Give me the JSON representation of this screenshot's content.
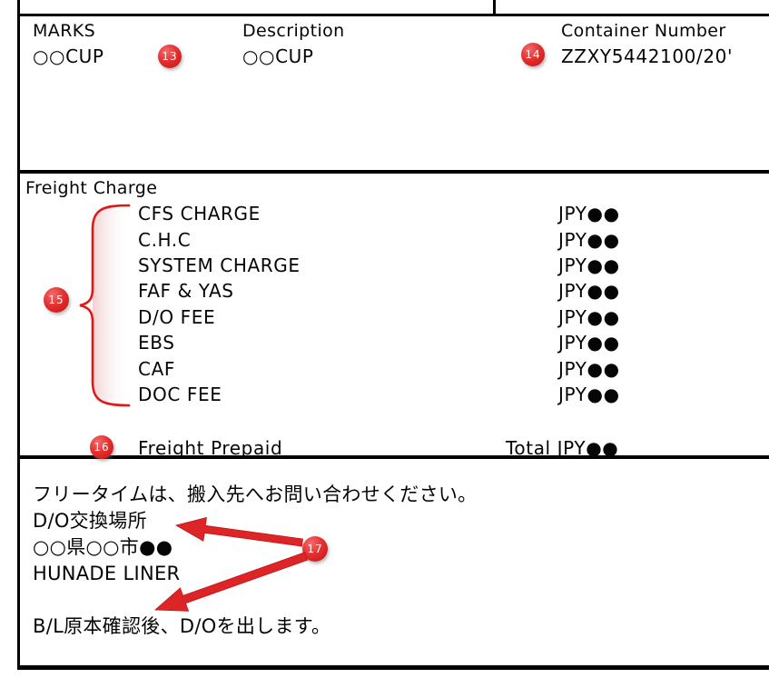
{
  "marks_section": {
    "headers": {
      "marks": "MARKS",
      "description": "Description",
      "container_number": "Container Number"
    },
    "values": {
      "marks": "○○CUP",
      "description": "○○CUP",
      "container_number": "ZZXY5442100/20'"
    }
  },
  "freight_section": {
    "title": "Freight Charge",
    "items": [
      {
        "label": "CFS CHARGE",
        "amount": "JPY●●"
      },
      {
        "label": "C.H.C",
        "amount": "JPY●●"
      },
      {
        "label": "SYSTEM CHARGE",
        "amount": "JPY●●"
      },
      {
        "label": "FAF & YAS",
        "amount": "JPY●●"
      },
      {
        "label": "D/O FEE",
        "amount": "JPY●●"
      },
      {
        "label": "EBS",
        "amount": "JPY●●"
      },
      {
        "label": "CAF",
        "amount": "JPY●●"
      },
      {
        "label": "DOC FEE",
        "amount": "JPY●●"
      }
    ],
    "prepaid_label": "Freight Prepaid",
    "total_label": "Total JPY●●"
  },
  "notes_section": {
    "lines": [
      "フリータイムは、搬入先へお問い合わせください。",
      "D/O交換場所",
      "○○県○○市●●",
      "HUNADE LINER",
      "",
      "B/L原本確認後、D/Oを出します。"
    ]
  },
  "annotations": {
    "badge13": "13",
    "badge14": "14",
    "badge15": "15",
    "badge16": "16",
    "badge17": "17"
  },
  "colors": {
    "annotation_red": "#dd2527",
    "badge_red": "#d42020",
    "brace_pink": "#eec2c2",
    "line_black": "#000000"
  }
}
